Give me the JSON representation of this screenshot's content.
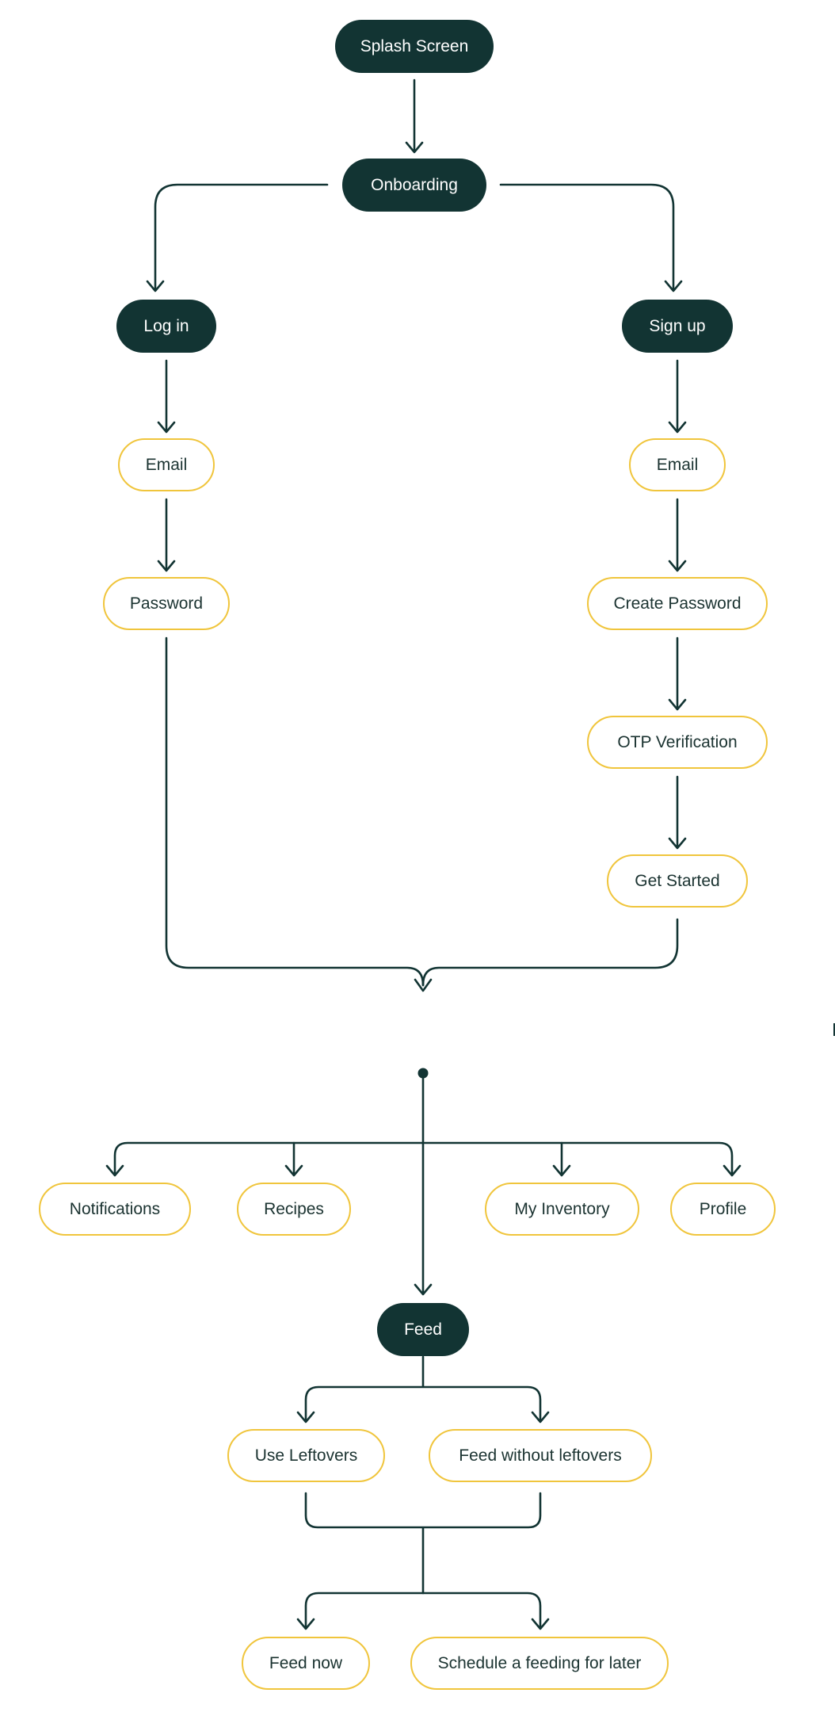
{
  "colors": {
    "primary_fill": "#123433",
    "primary_text": "#ffffff",
    "secondary_border": "#f0c53c",
    "secondary_text": "#1b3331",
    "connector": "#123433"
  },
  "nodes": {
    "splash_screen": "Splash Screen",
    "onboarding": "Onboarding",
    "log_in": "Log in",
    "sign_up": "Sign up",
    "login_email": "Email",
    "login_password": "Password",
    "signup_email": "Email",
    "create_password": "Create Password",
    "otp_verification": "OTP Verification",
    "get_started": "Get Started",
    "notifications": "Notifications",
    "recipes": "Recipes",
    "my_inventory": "My Inventory",
    "profile": "Profile",
    "feed": "Feed",
    "use_leftovers": "Use Leftovers",
    "feed_without_leftovers": "Feed without leftovers",
    "feed_now": "Feed now",
    "schedule_feeding": "Schedule a feeding for later"
  }
}
